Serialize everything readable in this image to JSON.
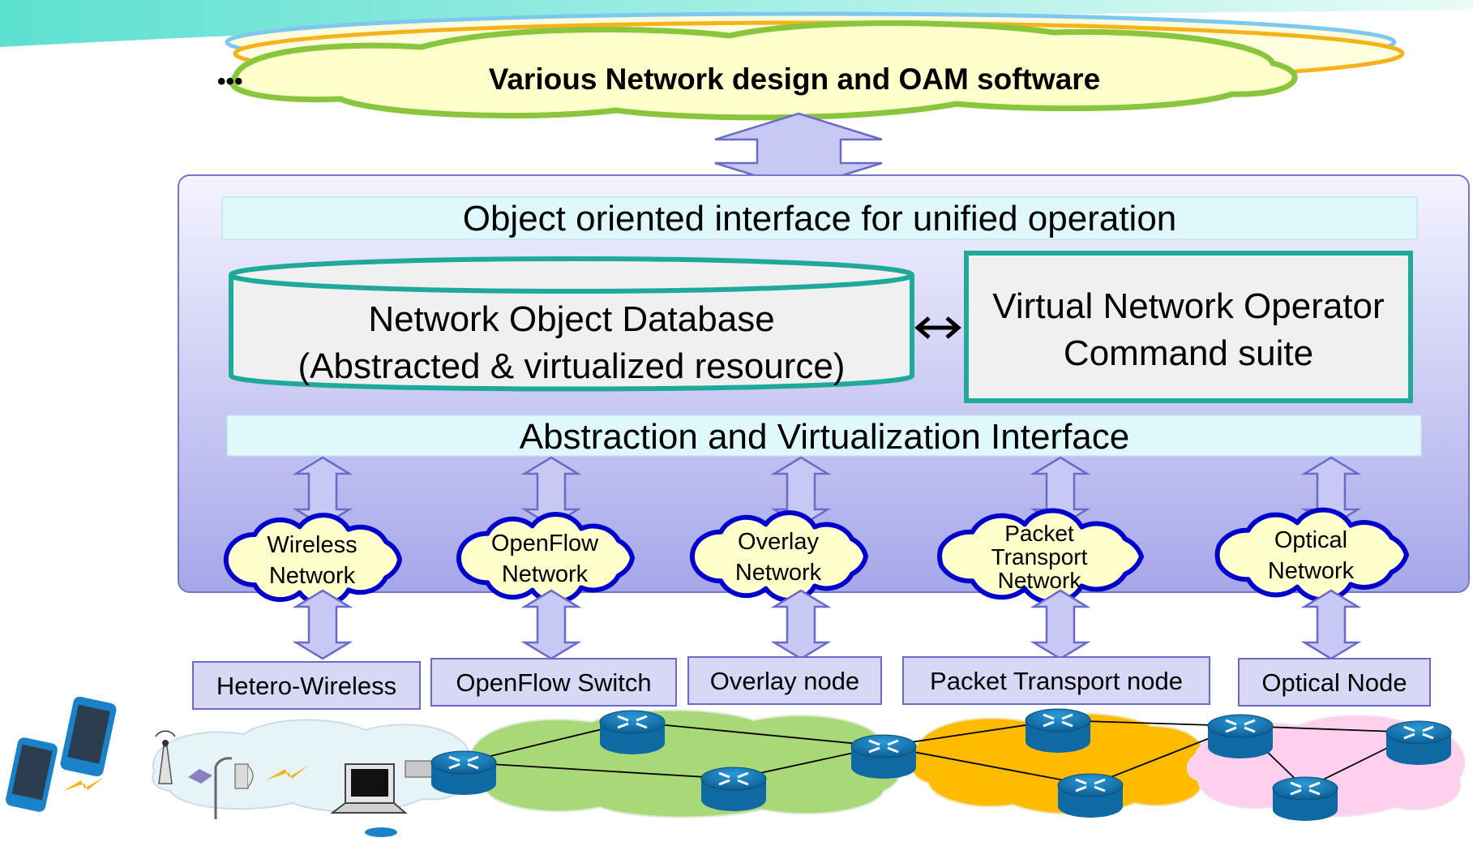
{
  "top_cloud": {
    "label": "Various Network design and OAM software",
    "dots": "•••"
  },
  "platform": {
    "top_interface": "Object oriented interface for unified operation",
    "database": {
      "line1": "Network Object Database",
      "line2": "(Abstracted & virtualized resource)"
    },
    "command_suite": {
      "line1": "Virtual Network Operator",
      "line2": "Command suite"
    },
    "bottom_interface": "Abstraction and Virtualization Interface"
  },
  "network_clouds": [
    {
      "lines": [
        "Wireless",
        "Network"
      ]
    },
    {
      "lines": [
        "OpenFlow",
        "Network"
      ]
    },
    {
      "lines": [
        "Overlay",
        "Network"
      ]
    },
    {
      "lines": [
        "Packet",
        "Transport",
        "Network"
      ]
    },
    {
      "lines": [
        "Optical",
        "Network"
      ]
    }
  ],
  "node_boxes": [
    {
      "label": "Hetero-Wireless"
    },
    {
      "label": "OpenFlow Switch"
    },
    {
      "label": "Overlay node"
    },
    {
      "label": "Packet Transport node"
    },
    {
      "label": "Optical Node"
    }
  ],
  "colors": {
    "platform_fill_top": "#f2f2ff",
    "platform_fill_bottom": "#a3a3e8",
    "interface_bar": "#dff8fb",
    "database_border": "#1fa99a",
    "cloud_fill": "#ffffcc",
    "cloud_border": "#0000cc",
    "arrow_fill": "#c8c8f4",
    "arrow_stroke": "#6a6ac8",
    "node_box_fill": "#d8d8f6",
    "openflow_cloud": "#a8d878",
    "packet_cloud": "#ffbb00",
    "optical_cloud": "#ffd0ee",
    "router_fill": "#1b86c4"
  }
}
